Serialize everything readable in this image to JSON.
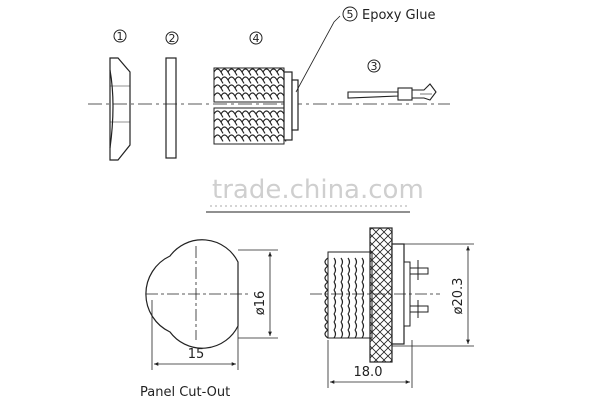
{
  "callouts": {
    "c1": "1",
    "c2": "2",
    "c3": "3",
    "c4": "4",
    "c5": "5",
    "c5_label": "Epoxy Glue"
  },
  "watermark": "trade.china.com",
  "dimensions": {
    "panel_height": "ø16",
    "panel_width": "15",
    "connector_diameter": "ø20.3",
    "connector_length": "18.0"
  },
  "captions": {
    "panel_cutout": "Panel Cut-Out"
  }
}
